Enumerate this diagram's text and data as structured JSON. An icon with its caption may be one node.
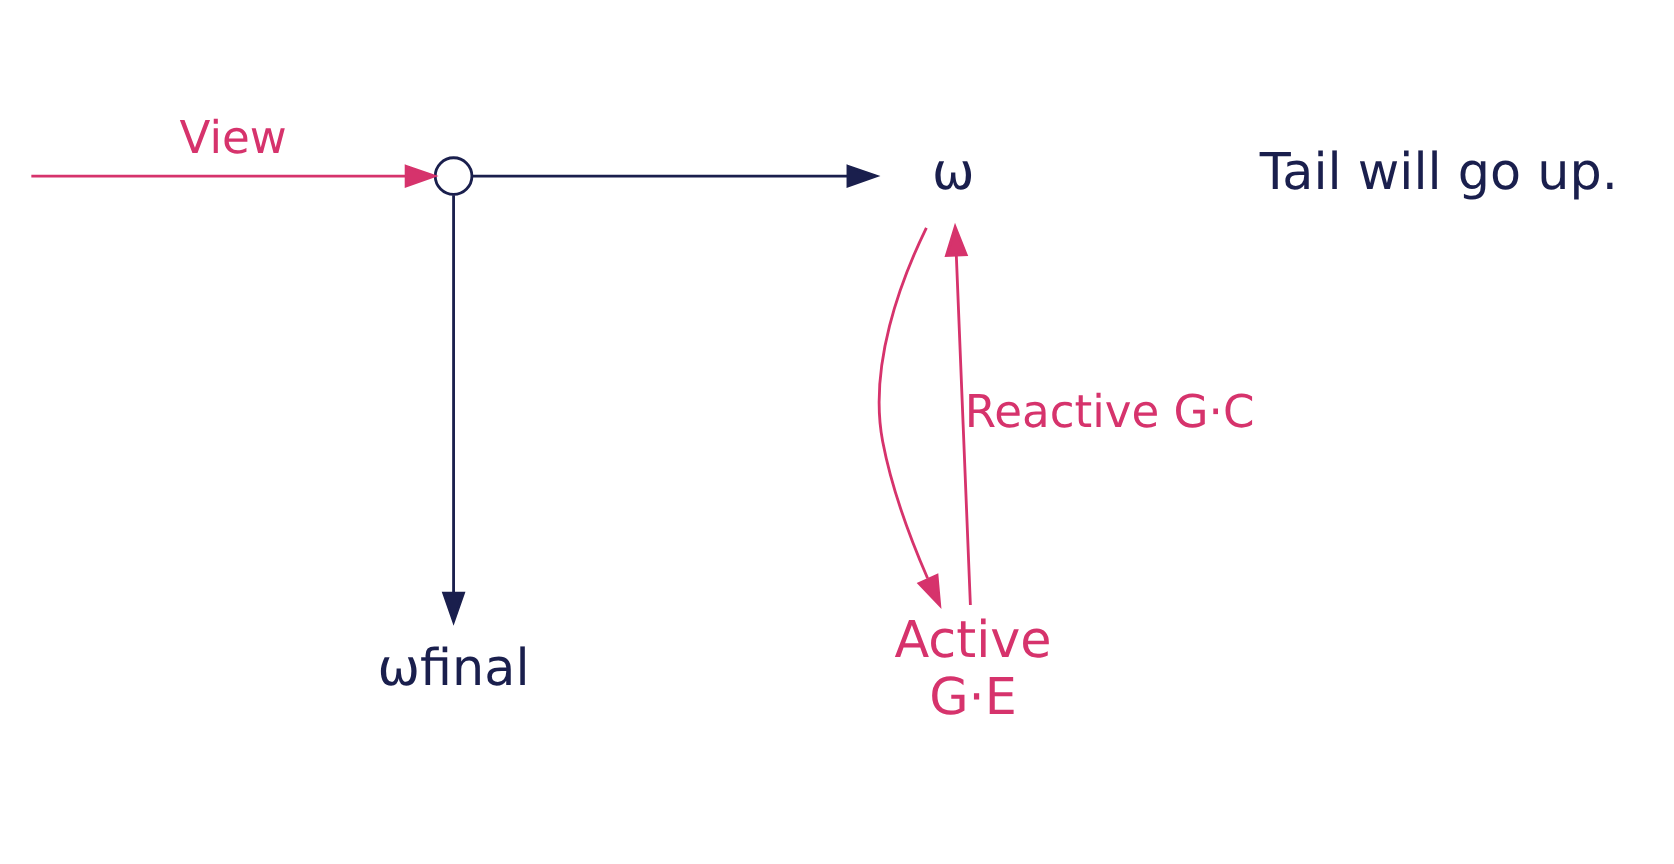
{
  "diagram": {
    "nodes": [
      {
        "text": [
          "ω"
        ]
      },
      {
        "text": [],
        "shape": "circle"
      },
      {
        "text": [
          "ωfinal"
        ]
      },
      {
        "text": [
          "Active",
          "G·E"
        ]
      }
    ],
    "edges": [
      {
        "from": 1,
        "to": 0,
        "arrow": "to",
        "color": "#1a1f4d"
      },
      {
        "from": 1,
        "to": 2,
        "arrow": "to",
        "color": "#1a1f4d"
      },
      {
        "from": 0,
        "to": 3,
        "arrow": "to",
        "color": "#d6336c"
      },
      {
        "from": 3,
        "to": 0,
        "arrow": "to",
        "label": "Reactive G·C",
        "color": "#d6336c"
      },
      {
        "from": null,
        "to": 1,
        "arrow": "to",
        "label": "View",
        "color": "#d6336c"
      }
    ],
    "labels": [
      "Tail will go up."
    ]
  }
}
